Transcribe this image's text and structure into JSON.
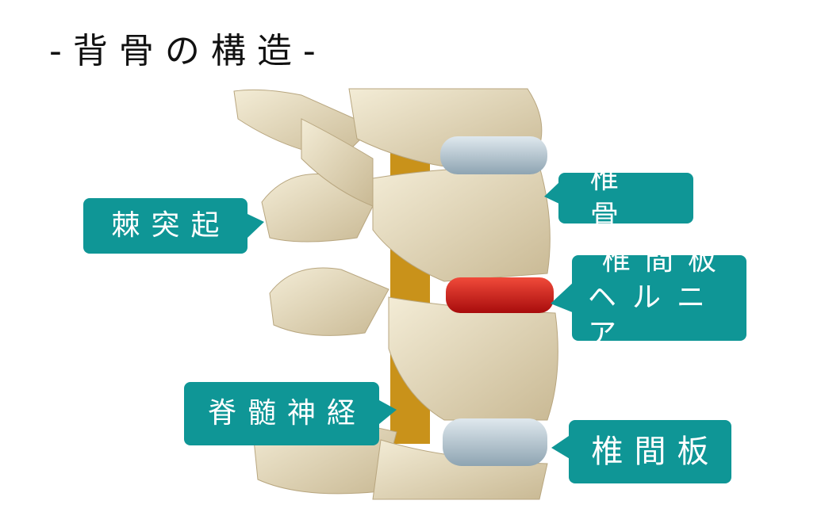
{
  "title": "-背骨の構造-",
  "colors": {
    "label_bg": "#0f9696",
    "bone": "#e8dcc0",
    "disc": "#b7c9d3",
    "herniated_disc": "#d41515",
    "nerve": "#c9921a"
  },
  "labels": {
    "spinous_process": "棘突起",
    "vertebra": "椎 骨",
    "herniation_line1": "椎間板",
    "herniation_line2": "ヘルニア",
    "spinal_nerve": "脊髄神経",
    "disc": "椎間板"
  }
}
